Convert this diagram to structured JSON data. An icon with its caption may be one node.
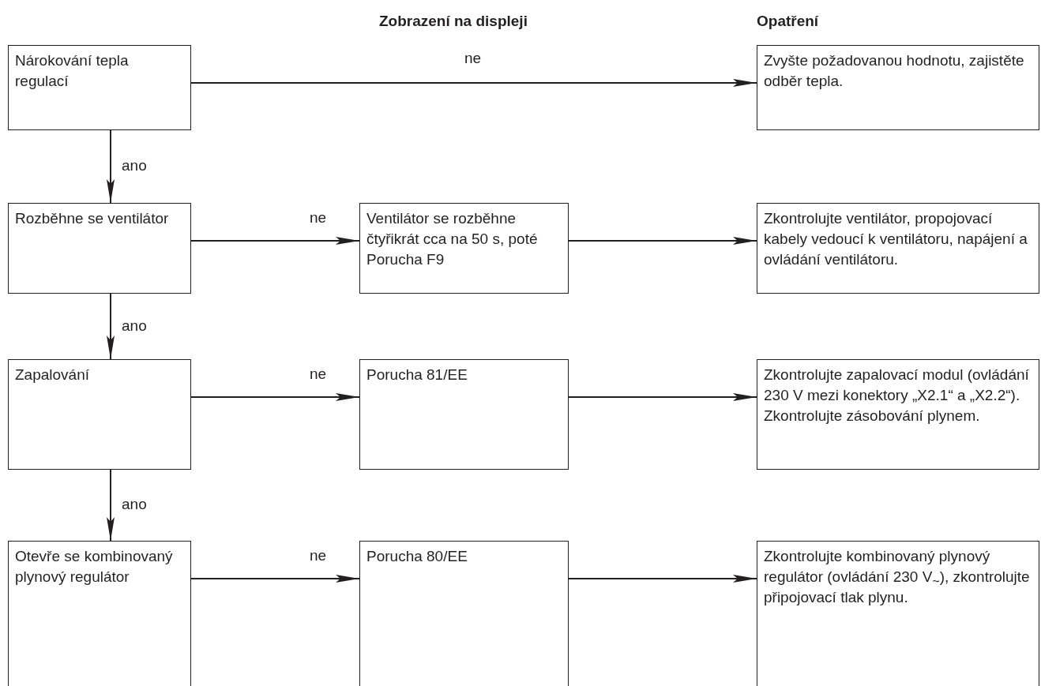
{
  "diagram": {
    "nodes": [
      {
        "text": [
          "Nárokování tepla regulací"
        ]
      },
      {
        "text": [
          "Zvyšte požadovanou hodnotu, zajistěte odběr tepla."
        ]
      },
      {
        "text": [
          "Rozběhne se ventilátor"
        ]
      },
      {
        "text": [
          "Ventilátor se rozběhne čtyřikrát cca na 50 s, poté Porucha F9"
        ]
      },
      {
        "text": [
          "Zkontrolujte ventilátor, propojovací kabely vedoucí k ventilátoru, napájení a ovládání ventilátoru."
        ]
      },
      {
        "text": [
          "Zapalování"
        ]
      },
      {
        "text": [
          "Porucha 81/EE"
        ]
      },
      {
        "text": [
          "Zkontrolujte zapalovací modul (ovládání 230 V mezi konektory „X2.1“ a „X2.2“). Zkontrolujte zásobování plynem."
        ]
      },
      {
        "text": [
          "Otevře se kombinovaný plynový regulátor"
        ]
      },
      {
        "text": [
          "Porucha 80/EE"
        ]
      },
      {
        "text": [
          "Zkontrolujte kombinovaný plynový regulátor (ovládání 230 V$_{~}$), zkontrolujte připojovací tlak plynu."
        ]
      }
    ],
    "edges": [
      {
        "from": 0,
        "to": 1,
        "arrow": "to",
        "label": "ne"
      },
      {
        "from": 0,
        "to": 2,
        "arrow": "to",
        "label": "ano"
      },
      {
        "from": 2,
        "to": 3,
        "arrow": "to",
        "label": "ne"
      },
      {
        "from": 3,
        "to": 4,
        "arrow": "to"
      },
      {
        "from": 2,
        "to": 5,
        "arrow": "to",
        "label": "ano"
      },
      {
        "from": 5,
        "to": 6,
        "arrow": "to",
        "label": "ne"
      },
      {
        "from": 6,
        "to": 7,
        "arrow": "to"
      },
      {
        "from": 5,
        "to": 8,
        "arrow": "to",
        "label": "ano"
      },
      {
        "from": 8,
        "to": 9,
        "arrow": "to",
        "label": "ne"
      },
      {
        "from": 9,
        "to": 10,
        "arrow": "to"
      }
    ],
    "labels": [
      "Zobrazení na displeji",
      "Opatření"
    ]
  }
}
